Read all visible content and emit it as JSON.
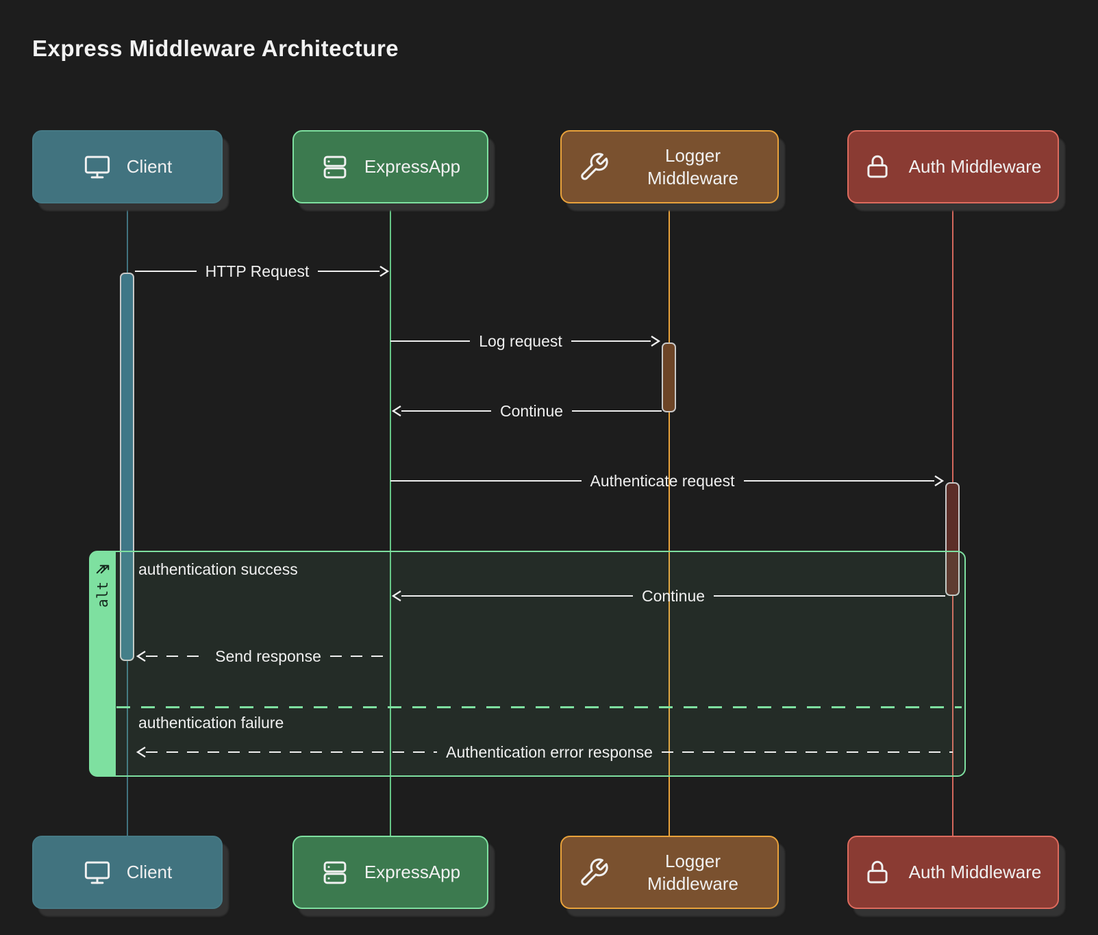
{
  "title": "Express Middleware Architecture",
  "diagram_type": "sequence",
  "colors": {
    "background": "#1d1d1d",
    "client_fill": "#41737f",
    "express_fill": "#3c7a4f",
    "express_border": "#7ee0a0",
    "logger_fill": "#7a512f",
    "logger_border": "#e9a23b",
    "auth_fill": "#8a3b33",
    "auth_border": "#dd6b5e",
    "frame_accent": "#7ee0a0",
    "message_color": "#efefef"
  },
  "actors": [
    {
      "id": "client",
      "label": "Client",
      "icon": "monitor-icon"
    },
    {
      "id": "express",
      "label": "ExpressApp",
      "icon": "server-icon"
    },
    {
      "id": "logger",
      "label": "Logger Middleware",
      "icon": "wrench-icon"
    },
    {
      "id": "auth",
      "label": "Auth Middleware",
      "icon": "lock-icon"
    }
  ],
  "messages": [
    {
      "label": "HTTP Request",
      "from": "Client",
      "to": "ExpressApp",
      "line": "solid",
      "direction": "right"
    },
    {
      "label": "Log request",
      "from": "ExpressApp",
      "to": "Logger Middleware",
      "line": "solid",
      "direction": "right"
    },
    {
      "label": "Continue",
      "from": "Logger Middleware",
      "to": "ExpressApp",
      "line": "solid",
      "direction": "left"
    },
    {
      "label": "Authenticate request",
      "from": "ExpressApp",
      "to": "Auth Middleware",
      "line": "solid",
      "direction": "right"
    },
    {
      "label": "Continue",
      "from": "Auth Middleware",
      "to": "ExpressApp",
      "line": "solid",
      "direction": "left"
    },
    {
      "label": "Send response",
      "from": "ExpressApp",
      "to": "Client",
      "line": "dashed",
      "direction": "left"
    },
    {
      "label": "Authentication error response",
      "from": "Auth Middleware",
      "to": "Client",
      "line": "dashed",
      "direction": "left"
    }
  ],
  "alt_frame": {
    "operator": "alt",
    "sections": [
      {
        "label": "authentication success"
      },
      {
        "label": "authentication failure"
      }
    ]
  }
}
